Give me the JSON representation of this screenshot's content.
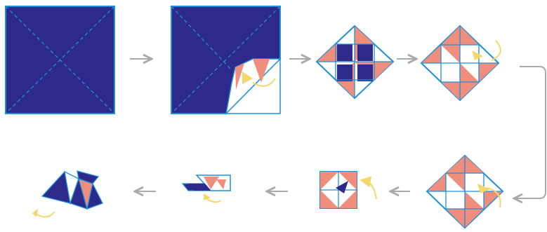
{
  "diagram": {
    "colors": {
      "navy": "#2d2a8c",
      "outline": "#1f8fd6",
      "salmon": "#f08e7e",
      "white": "#ffffff",
      "arrow_gray": "#a9a9a9",
      "curl_yellow": "#f5d66a"
    },
    "steps": [
      {
        "id": 1,
        "icon": "square-with-diagonal-creases-icon"
      },
      {
        "id": 2,
        "icon": "corner-fold-to-center-icon"
      },
      {
        "id": 3,
        "icon": "diamond-four-corners-folded-icon"
      },
      {
        "id": 4,
        "icon": "flipped-diamond-pinwheel-icon"
      },
      {
        "id": 5,
        "icon": "diamond-corner-folded-again-icon"
      },
      {
        "id": 6,
        "icon": "small-square-folded-icon"
      },
      {
        "id": 7,
        "icon": "flattened-rectangle-icon"
      },
      {
        "id": 8,
        "icon": "fortune-teller-finished-icon"
      }
    ],
    "connectors": {
      "row1": [
        "arrow-right-icon",
        "arrow-right-icon",
        "arrow-right-icon"
      ],
      "turn": "u-turn-arrow-icon",
      "row2": [
        "arrow-left-icon",
        "arrow-left-icon",
        "arrow-left-icon"
      ]
    }
  }
}
